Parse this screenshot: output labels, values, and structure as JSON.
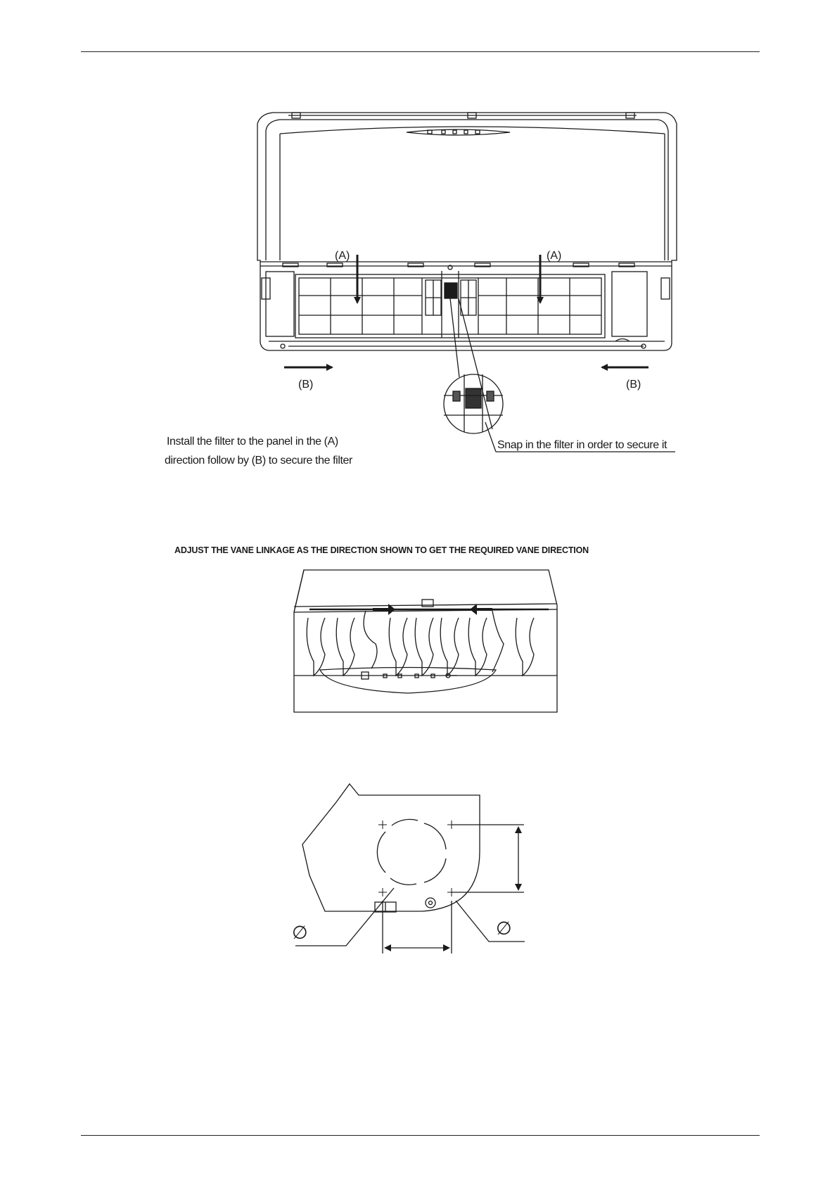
{
  "figure1": {
    "label_a_left": "(A)",
    "label_a_right": "(A)",
    "label_b_left": "(B)",
    "label_b_right": "(B)",
    "instruction_line1": "Install the filter to the panel in the (A)",
    "instruction_line2": "direction follow by (B) to secure the filter",
    "snap_note": "Snap in the filter in order to secure it"
  },
  "figure2": {
    "heading": "ADJUST THE VANE LINKAGE AS THE DIRECTION SHOWN TO GET THE REQUIRED VANE DIRECTION"
  },
  "figure3": {
    "diameter_symbol_left": "∅",
    "diameter_symbol_right": "∅"
  }
}
